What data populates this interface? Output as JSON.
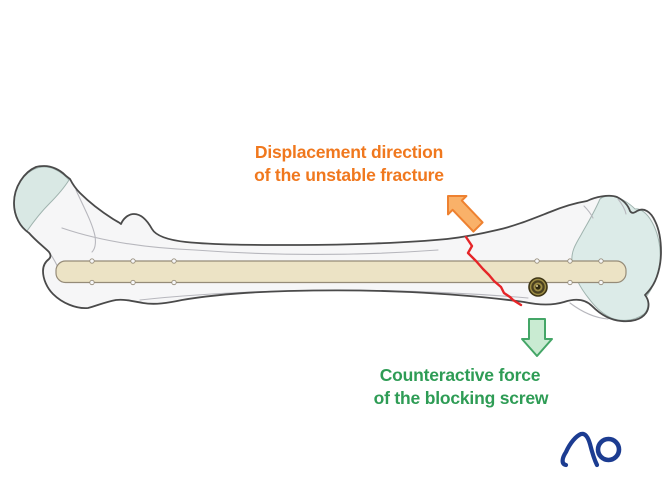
{
  "labels": {
    "displacement": {
      "line1": "Displacement direction",
      "line2": "of the unstable fracture"
    },
    "counteractive": {
      "line1": "Counteractive force",
      "line2": "of the blocking screw"
    }
  },
  "logo": {
    "text": "AO"
  },
  "colors": {
    "displacement_text": "#F0781E",
    "counteractive_text": "#2E9C55",
    "displacement_arrow_fill": "#F9B169",
    "displacement_arrow_stroke": "#EE8130",
    "counteractive_arrow_fill": "#C9EBD2",
    "counteractive_arrow_stroke": "#44A667",
    "fracture_line": "#E52528",
    "bone_fill": "#F6F6F7",
    "bone_outline": "#4A4A4A",
    "head_cartilage_fill": "#D9E8E4",
    "condyle_cartilage_fill": "#DCEBE8",
    "cartilage_edge": "#9FB3AE",
    "nail_fill": "#ECE3C5",
    "nail_stroke": "#958B78",
    "screw_gold": "#9C8C44",
    "screw_dark": "#3F3616",
    "logo_blue": "#1C3C91"
  }
}
